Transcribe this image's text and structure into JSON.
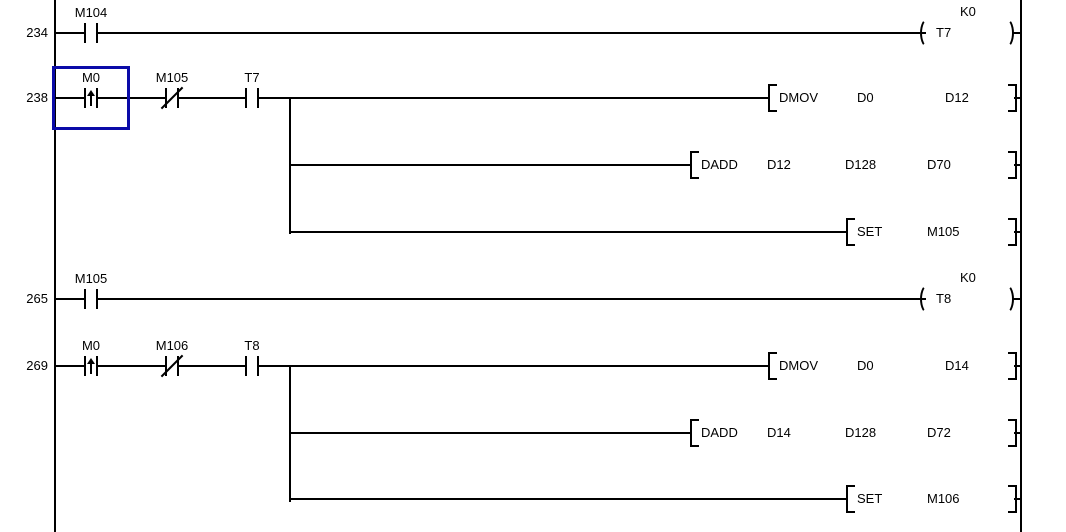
{
  "app": {
    "kind": "plc-ladder-editor",
    "background": "#ffffff",
    "wire_color": "#000000",
    "selection_color": "#0b0ba8"
  },
  "rungs": [
    {
      "number": "234",
      "contacts": [
        {
          "label": "M104",
          "type": "normally-open"
        }
      ],
      "coil": {
        "device": "T7",
        "preset": "K0"
      }
    },
    {
      "number": "238",
      "contacts": [
        {
          "label": "M0",
          "type": "rising-edge",
          "selected": true
        },
        {
          "label": "M105",
          "type": "normally-closed"
        },
        {
          "label": "T7",
          "type": "normally-open"
        }
      ],
      "instructions": [
        {
          "mnemonic": "DMOV",
          "operands": [
            "D0",
            "D12"
          ]
        },
        {
          "mnemonic": "DADD",
          "operands": [
            "D12",
            "D128",
            "D70"
          ]
        },
        {
          "mnemonic": "SET",
          "operands": [
            "M105"
          ]
        }
      ]
    },
    {
      "number": "265",
      "contacts": [
        {
          "label": "M105",
          "type": "normally-open"
        }
      ],
      "coil": {
        "device": "T8",
        "preset": "K0"
      }
    },
    {
      "number": "269",
      "contacts": [
        {
          "label": "M0",
          "type": "rising-edge"
        },
        {
          "label": "M106",
          "type": "normally-closed"
        },
        {
          "label": "T8",
          "type": "normally-open"
        }
      ],
      "instructions": [
        {
          "mnemonic": "DMOV",
          "operands": [
            "D0",
            "D14"
          ]
        },
        {
          "mnemonic": "DADD",
          "operands": [
            "D14",
            "D128",
            "D72"
          ]
        },
        {
          "mnemonic": "SET",
          "operands": [
            "M106"
          ]
        }
      ]
    }
  ]
}
